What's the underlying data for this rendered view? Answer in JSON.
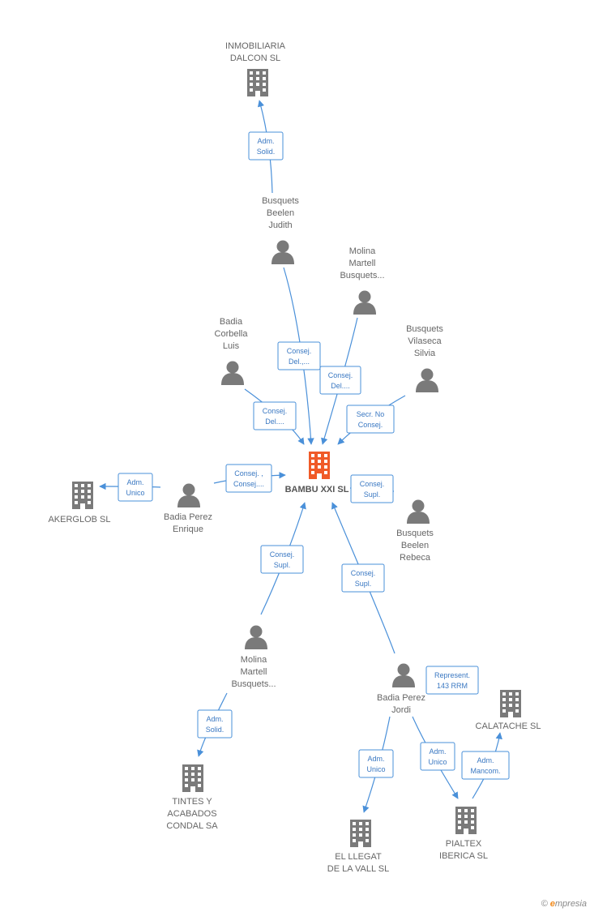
{
  "colors": {
    "main": "#f05a28",
    "node": "#7a7a7a",
    "edge": "#4a90d9",
    "label": "#666666"
  },
  "nodes": {
    "inmobiliaria": {
      "type": "company",
      "lines": [
        "INMOBILIARIA",
        "DALCON SL"
      ]
    },
    "busquets_judith": {
      "type": "person",
      "lines": [
        "Busquets",
        "Beelen",
        "Judith"
      ]
    },
    "molina_top": {
      "type": "person",
      "lines": [
        "Molina",
        "Martell",
        "Busquets..."
      ]
    },
    "badia_luis": {
      "type": "person",
      "lines": [
        "Badia",
        "Corbella",
        "Luis"
      ]
    },
    "busquets_silvia": {
      "type": "person",
      "lines": [
        "Busquets",
        "Vilaseca",
        "Silvia"
      ]
    },
    "bambu": {
      "type": "company-main",
      "lines": [
        "BAMBU XXI SL"
      ]
    },
    "akerglob": {
      "type": "company",
      "lines": [
        "AKERGLOB SL"
      ]
    },
    "badia_enrique": {
      "type": "person",
      "lines": [
        "Badia Perez",
        "Enrique"
      ]
    },
    "busquets_rebeca": {
      "type": "person",
      "lines": [
        "Busquets",
        "Beelen",
        "Rebeca"
      ]
    },
    "molina_bottom": {
      "type": "person",
      "lines": [
        "Molina",
        "Martell",
        "Busquets..."
      ]
    },
    "badia_jordi": {
      "type": "person",
      "lines": [
        "Badia Perez",
        "Jordi"
      ]
    },
    "calatache": {
      "type": "company",
      "lines": [
        "CALATACHE  SL"
      ]
    },
    "tintes": {
      "type": "company",
      "lines": [
        "TINTES Y",
        "ACABADOS",
        "CONDAL SA"
      ]
    },
    "llegat": {
      "type": "company",
      "lines": [
        "EL LLEGAT",
        "DE LA VALL SL"
      ]
    },
    "pialtex": {
      "type": "company",
      "lines": [
        "PIALTEX",
        "IBERICA SL"
      ]
    }
  },
  "edges": [
    {
      "id": "judith-inmobiliaria",
      "role": [
        "Adm.",
        "Solid."
      ]
    },
    {
      "id": "judith-bambu",
      "role": [
        "Consej.",
        "Del.,..."
      ]
    },
    {
      "id": "molina-top-bambu",
      "role": [
        "Consej.",
        "Del...."
      ]
    },
    {
      "id": "luis-bambu",
      "role": [
        "Consej.",
        "Del...."
      ]
    },
    {
      "id": "silvia-bambu",
      "role": [
        "Secr.  No",
        "Consej."
      ]
    },
    {
      "id": "enrique-bambu",
      "role": [
        "Consej. ,",
        "Consej...."
      ]
    },
    {
      "id": "enrique-akerglob",
      "role": [
        "Adm.",
        "Unico"
      ]
    },
    {
      "id": "rebeca-bambu",
      "role": [
        "Consej.",
        "Supl."
      ]
    },
    {
      "id": "molina-bottom-bambu",
      "role": [
        "Consej.",
        "Supl."
      ]
    },
    {
      "id": "jordi-bambu",
      "role": [
        "Consej.",
        "Supl."
      ]
    },
    {
      "id": "molina-bottom-tintes",
      "role": [
        "Adm.",
        "Solid."
      ]
    },
    {
      "id": "jordi-self",
      "role": [
        "Represent.",
        "143 RRM"
      ]
    },
    {
      "id": "jordi-llegat",
      "role": [
        "Adm.",
        "Unico"
      ]
    },
    {
      "id": "jordi-pialtex",
      "role": [
        "Adm.",
        "Unico"
      ]
    },
    {
      "id": "pialtex-calatache",
      "role": [
        "Adm.",
        "Mancom."
      ]
    }
  ],
  "brand": {
    "symbol": "©",
    "initial": "e",
    "rest": "mpresia"
  }
}
